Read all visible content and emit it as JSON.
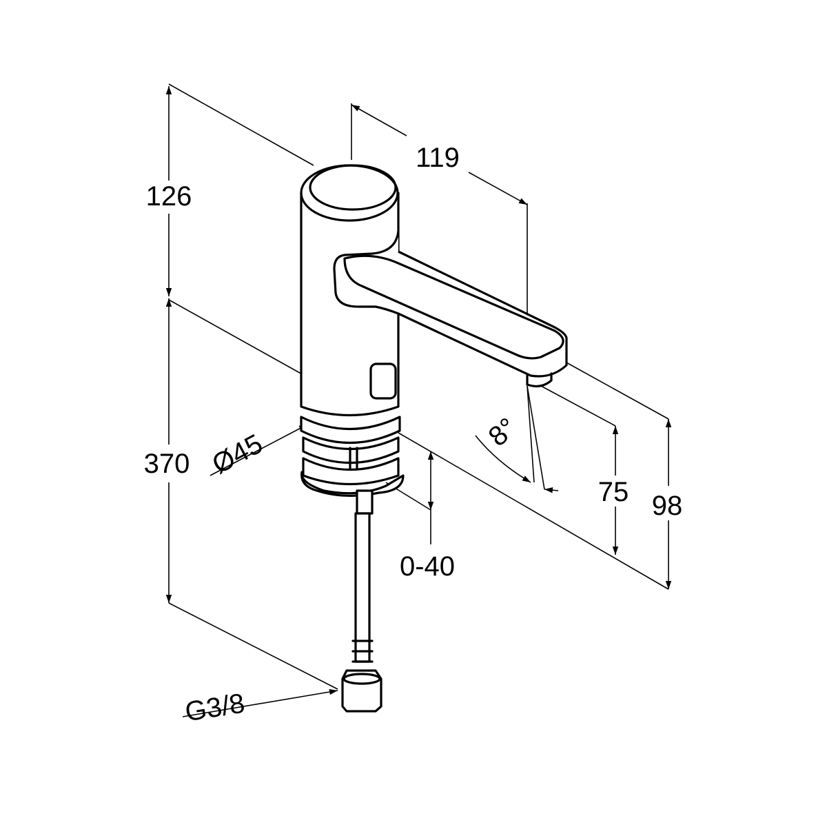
{
  "drawing": {
    "title": "Faucet dimension drawing",
    "dimensions": {
      "total_height_top": "126",
      "total_length": "370",
      "diameter": "Ø45",
      "spout_reach": "119",
      "spout_angle": "8°",
      "spout_height": "75",
      "overall_height": "98",
      "mount_thickness": "0-40",
      "connection": "G3/8"
    }
  }
}
